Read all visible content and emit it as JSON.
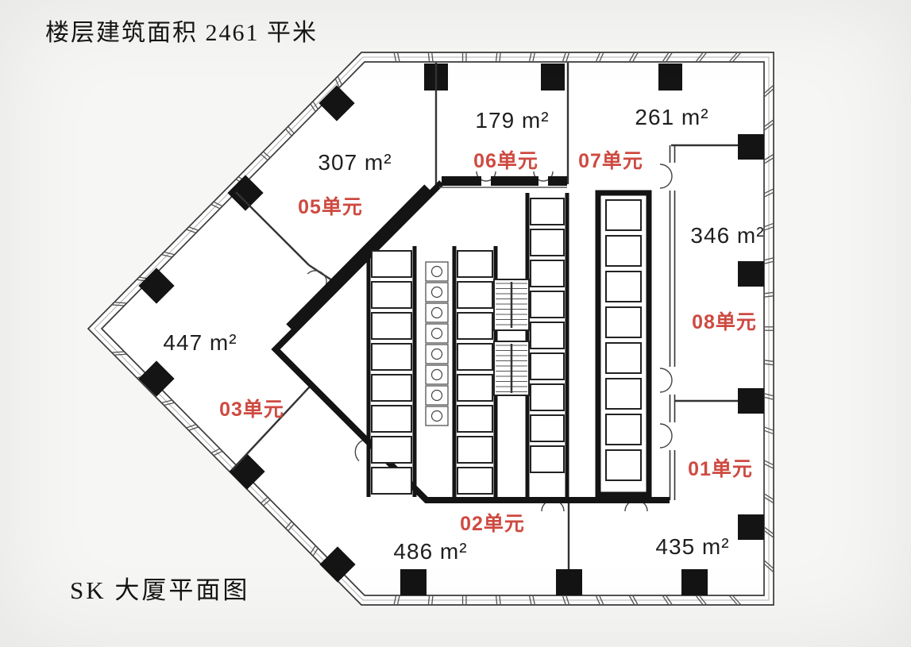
{
  "header": {
    "title": "楼层建筑面积 2461 平米"
  },
  "footer": {
    "caption": "SK 大厦平面图"
  },
  "floor": {
    "total_area_label": "2461",
    "units": [
      {
        "id": "05",
        "label": "05单元",
        "area": "307 m²"
      },
      {
        "id": "06",
        "label": "06单元",
        "area": "179 m²"
      },
      {
        "id": "07",
        "label": "07单元",
        "area": "261 m²"
      },
      {
        "id": "08",
        "label": "08单元",
        "area": "346 m²"
      },
      {
        "id": "01",
        "label": "01单元",
        "area": "435 m²"
      },
      {
        "id": "02",
        "label": "02单元",
        "area": "486 m²"
      },
      {
        "id": "03",
        "label": "03单元",
        "area": "447 m²"
      }
    ],
    "colors": {
      "unit_label": "#ce4a41",
      "area_text": "#1f1f1f",
      "walls": "#141414",
      "lines": "#3a3a3a"
    }
  }
}
